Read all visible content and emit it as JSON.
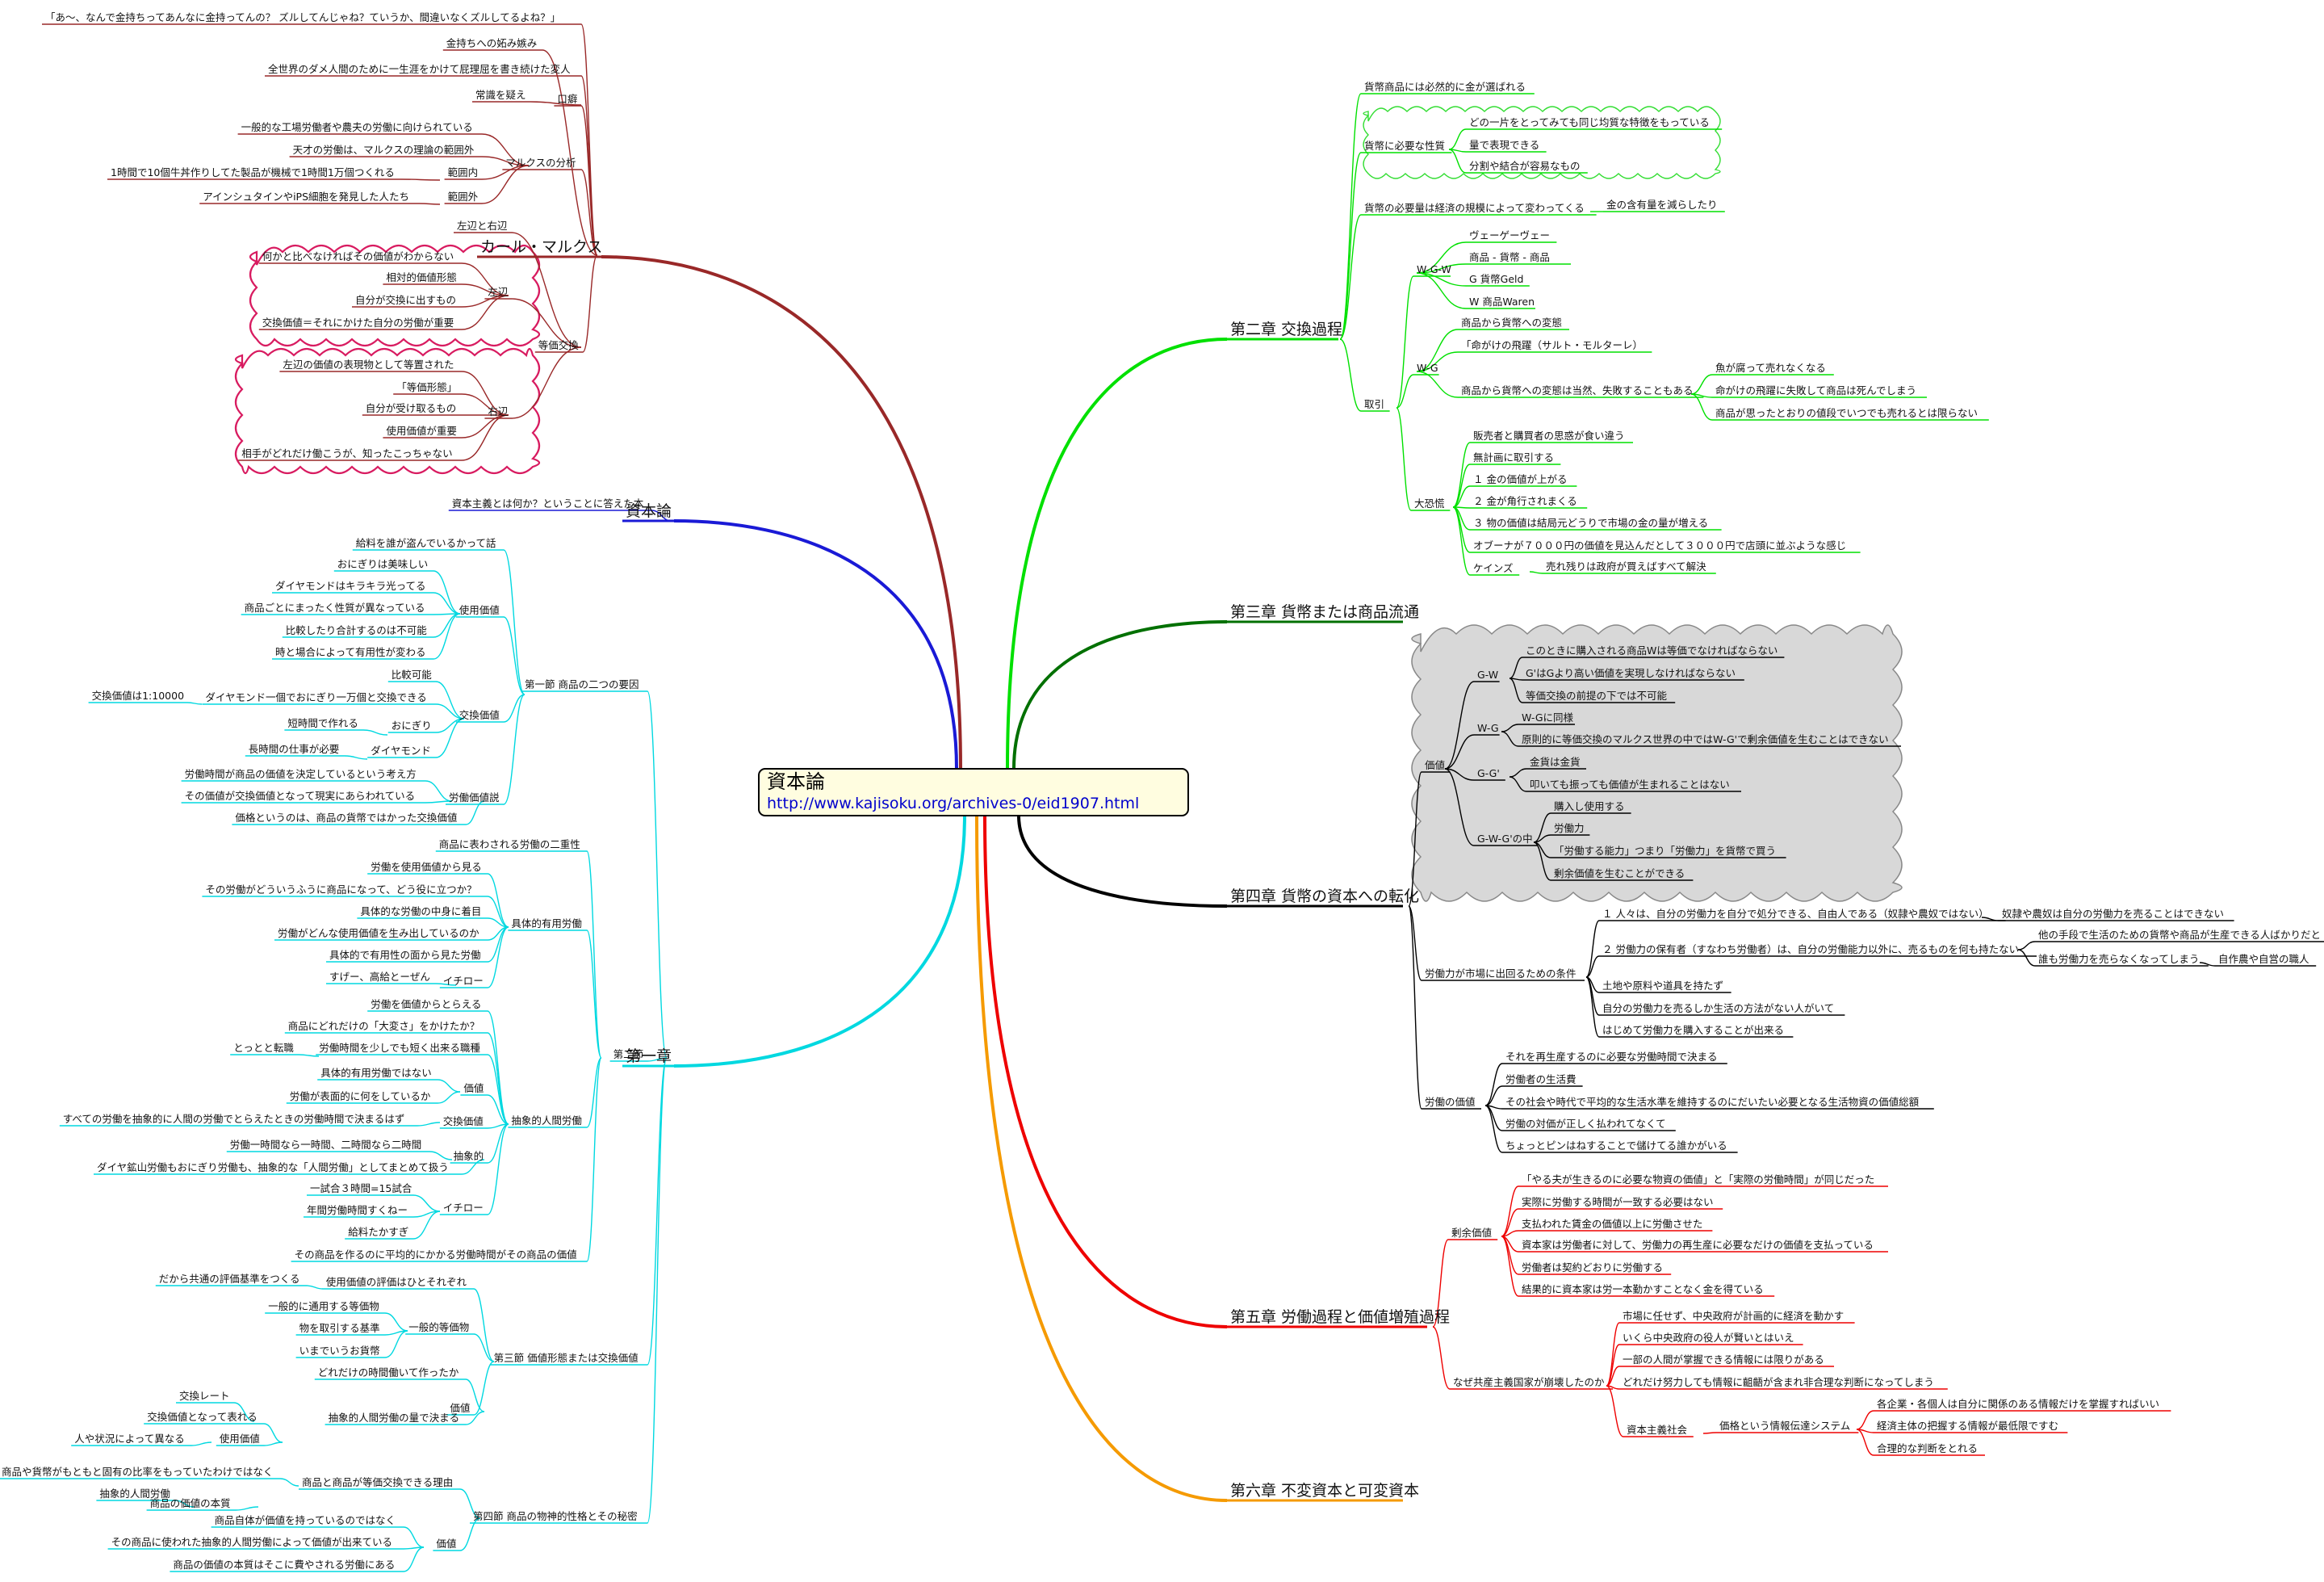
{
  "root": {
    "title": "資本論",
    "url": "http://www.kajisoku.org/archives-0/eid1907.html"
  },
  "colors": {
    "root_fill": "#fffde0",
    "cloud_fill": "#d8d8d8",
    "marx": "#992828",
    "marx_cloud": "#d81b60",
    "shihonron": "#1a1ad6",
    "ch1": "#00d8e0",
    "ch2": "#00e000",
    "ch3": "#007000",
    "ch4": "#000000",
    "ch5": "#ee0000",
    "ch6": "#f59a00"
  },
  "branches": {
    "marx": {
      "label": "カール・マルクス",
      "items": [
        "「あ～、なんで金持ちってあんなに金持ってんの？ ズルしてんじゃね？ていうか、間違いなくズルしてるよね？」",
        "金持ちへの妬み嫉み",
        "全世界のダメ人間のために一生涯をかけて屁理屈を書き続けた変人",
        "常識を疑え",
        "口癖",
        "一般的な工場労働者や農夫の労働に向けられている",
        "天才の労働は、マルクスの理論の範囲外",
        "範囲内",
        "1時間で10個牛丼作りしてた製品が機械で1時間1万個つくれる",
        "マルクスの分析",
        "範囲外",
        "アインシュタインやiPS細胞を発見した人たち",
        "左辺と右辺",
        "何かと比べなければその価値がわからない",
        "相対的価値形態",
        "左辺",
        "自分が交換に出すもの",
        "交換価値＝それにかけた自分の労働が重要",
        "等価交換",
        "左辺の価値の表現物として等置された",
        "「等価形態」",
        "右辺",
        "自分が受け取るもの",
        "使用価値が重要",
        "相手がどれだけ働こうが、知ったこっちゃない"
      ]
    },
    "shihonron": {
      "label": "資本論",
      "items": [
        "資本主義とは何か？ということに答えた本"
      ]
    },
    "ch1": {
      "label": "第一章",
      "items": [
        "給料を誰が盗んでいるかって話",
        "おにぎりは美味しい",
        "ダイヤモンドはキラキラ光ってる",
        "使用価値",
        "商品ごとにまったく性質が異なっている",
        "比較したり合計するのは不可能",
        "時と場合によって有用性が変わる",
        "第一節 商品の二つの要因",
        "比較可能",
        "ダイヤモンド一個でおにぎり一万個と交換できる",
        "交換価値は1:10000",
        "交換価値",
        "短時間で作れる",
        "おにぎり",
        "長時間の仕事が必要",
        "ダイヤモンド",
        "労働時間が商品の価値を決定しているという考え方",
        "その価値が交換価値となって現実にあらわれている",
        "労働価値説",
        "価格というのは、商品の貨幣ではかった交換価値",
        "商品に表わされる労働の二重性",
        "労働を使用価値から見る",
        "その労働がどういうふうに商品になって、どう役に立つか？",
        "具体的な労働の中身に着目",
        "具体的有用労働",
        "労働がどんな使用価値を生み出しているのか",
        "具体的で有用性の面から見た労働",
        "すげー、高給とーぜん",
        "イチロー",
        "第二節",
        "労働を価値からとらえる",
        "商品にどれだけの「大変さ」をかけたか？",
        "労働時間を少しでも短く出来る職種",
        "とっとと転職",
        "具体的有用労働ではない",
        "価値",
        "労働が表面的に何をしているか",
        "抽象的人間労働",
        "すべての労働を抽象的に人間の労働でとらえたときの労働時間で決まるはず",
        "交換価値",
        "労働一時間なら一時間、二時間なら二時間",
        "抽象的",
        "ダイヤ鉱山労働もおにぎり労働も、抽象的な「人間労働」としてまとめて扱う",
        "一試合３時間=15試合",
        "年間労働時間すくねー",
        "イチロー",
        "給料たかすぎ",
        "その商品を作るのに平均的にかかる労働時間がその商品の価値",
        "使用価値の評価はひとそれぞれ",
        "だから共通の評価基準をつくる",
        "一般的に通用する等価物",
        "一般的等価物",
        "物を取引する基準",
        "第三節 価値形態または交換価値",
        "いまでいうお貨幣",
        "どれだけの時間働いて作ったか",
        "抽象的人間労働の量で決まる",
        "価値",
        "交換レート",
        "交換価値となって表れる",
        "使用価値",
        "人や状況によって異なる",
        "商品や貨幣がもともと固有の比率をもっていたわけではなく",
        "商品と商品が等価交換できる理由",
        "抽象的人間労働",
        "商品の価値の本質",
        "第四節 商品の物神的性格とその秘密",
        "商品自体が価値を持っているのではなく",
        "その商品に使われた抽象的人間労働によって価値が出来ている",
        "価値",
        "商品の価値の本質はそこに費やされる労働にある"
      ]
    },
    "ch2": {
      "label": "第二章 交換過程",
      "items": [
        "貨幣商品には必然的に金が選ばれる",
        "どの一片をとってみても同じ均質な特徴をもっている",
        "貨幣に必要な性質",
        "量で表現できる",
        "分割や結合が容易なもの",
        "貨幣の必要量は経済の規模によって変わってくる",
        "金の含有量を減らしたり",
        "ヴェーゲーヴェー",
        "W-G-W",
        "商品 - 貨幣 - 商品",
        "G 貨幣Geld",
        "W 商品Waren",
        "商品から貨幣への変態",
        "「命がけの飛躍（サルト・モルターレ）",
        "W-G",
        "魚が腐って売れなくなる",
        "商品から貨幣への変態は当然、失敗することもある",
        "命がけの飛躍に失敗して商品は死んでしまう",
        "商品が思ったとおりの値段でいつでも売れるとは限らない",
        "取引",
        "販売者と購買者の思惑が食い違う",
        "無計画に取引する",
        "１ 金の価値が上がる",
        "大恐慌",
        "２ 金が角行されまくる",
        "３ 物の価値は結局元どうりで市場の金の量が増える",
        "オブーナが７０００円の価値を見込んだとして３０００円で店頭に並ぶような感じ",
        "ケインズ",
        "売れ残りは政府が買えばすべて解決"
      ]
    },
    "ch3": {
      "label": "第三章 貨幣または商品流通",
      "items": []
    },
    "ch4": {
      "label": "第四章 貨幣の資本への転化",
      "items": [
        "このときに購入される商品Wは等価でなければならない",
        "G-W",
        "G'はGより高い価値を実現しなければならない",
        "等価交換の前提の下では不可能",
        "W-Gに同様",
        "W-G",
        "価値",
        "原則的に等価交換のマルクス世界の中ではW-G'で剰余価値を生むことはできない",
        "金貨は金貨",
        "G-G'",
        "叩いても振っても価値が生まれることはない",
        "購入し使用する",
        "労働力",
        "G-W-G'の中",
        "「労働する能力」つまり「労働力」を貨幣で買う",
        "剰余価値を生むことができる",
        "１ 人々は、自分の労働力を自分で処分できる、自由人である（奴隷や農奴ではない）",
        "奴隷や農奴は自分の労働力を売ることはできない",
        "他の手段で生活のための貨幣や商品が生産できる人ばかりだと",
        "２ 労働力の保有者（すなわち労働者）は、自分の労働能力以外に、売るものを何も持たない",
        "誰も労働力を売らなくなってしまう",
        "自作農や自営の職人",
        "労働力が市場に出回るための条件",
        "土地や原料や道具を持たず",
        "自分の労働力を売るしか生活の方法がない人がいて",
        "はじめて労働力を購入することが出来る",
        "それを再生産するのに必要な労働時間で決まる",
        "労働者の生活費",
        "労働の価値",
        "その社会や時代で平均的な生活水準を維持するのにだいたい必要となる生活物資の価値総額",
        "労働の対価が正しく払われてなくて",
        "ちょっとピンはねすることで儲けてる誰かがいる"
      ]
    },
    "ch5": {
      "label": "第五章 労働過程と価値増殖過程",
      "items": [
        "「やる夫が生きるのに必要な物資の価値」と「実際の労働時間」が同じだった",
        "実際に労働する時間が一致する必要はない",
        "支払われた賃金の価値以上に労働させた",
        "剰余価値",
        "資本家は労働者に対して、労働力の再生産に必要なだけの価値を支払っている",
        "労働者は契約どおりに労働する",
        "結果的に資本家は労一本勤かすことなく金を得ている",
        "市場に任せず、中央政府が計画的に経済を動かす",
        "いくら中央政府の役人が賢いとはいえ",
        "一部の人間が掌握できる情報には限りがある",
        "なぜ共産主義国家が崩壊したのか",
        "どれだけ努力しても情報に齟齬が含まれ非合理な判断になってしまう",
        "各企業・各個人は自分に関係のある情報だけを掌握すればいい",
        "資本主義社会",
        "価格という情報伝達システム",
        "経済主体の把握する情報が最低限ですむ",
        "合理的な判断をとれる"
      ]
    },
    "ch6": {
      "label": "第六章 不変資本と可変資本",
      "items": []
    }
  }
}
